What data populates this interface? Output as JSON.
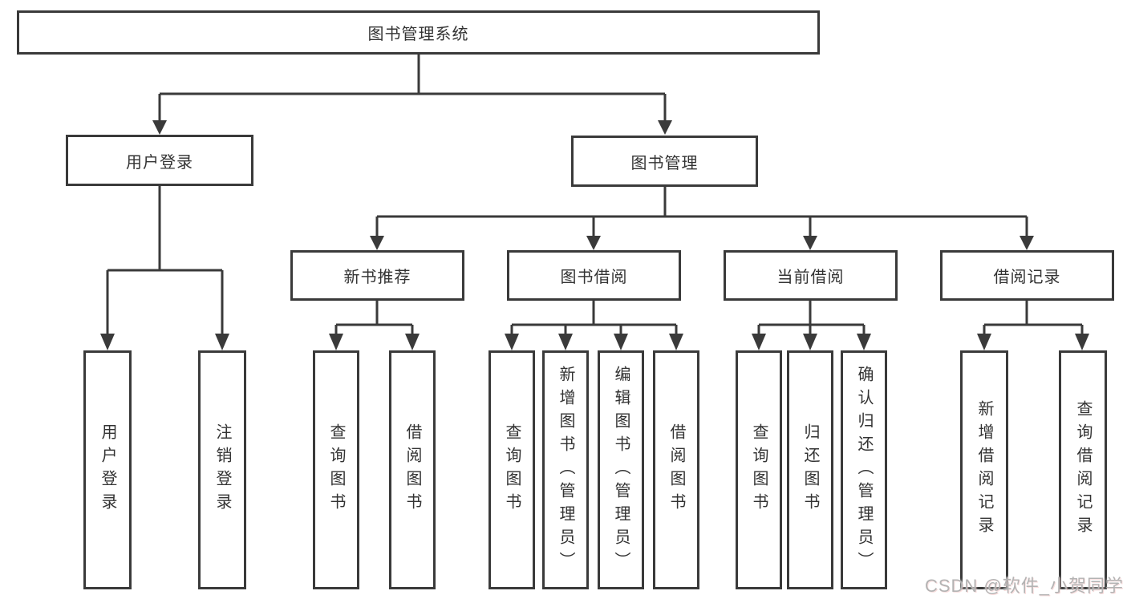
{
  "diagram_title": "图书管理系统",
  "colors": {
    "line": "#3a3a3a",
    "box_border": "#3a3a3a",
    "text": "#333333",
    "background": "#ffffff",
    "watermark": "#b3b3b3"
  },
  "tree": {
    "root": {
      "label": "图书管理系统",
      "children": [
        {
          "label": "用户登录",
          "children": [
            {
              "label": "用户登录"
            },
            {
              "label": "注销登录"
            }
          ]
        },
        {
          "label": "图书管理",
          "children": [
            {
              "label": "新书推荐",
              "children": [
                {
                  "label": "查询图书"
                },
                {
                  "label": "借阅图书"
                }
              ]
            },
            {
              "label": "图书借阅",
              "children": [
                {
                  "label": "查询图书"
                },
                {
                  "label": "新增图书（管理员）"
                },
                {
                  "label": "编辑图书（管理员）"
                },
                {
                  "label": "借阅图书"
                }
              ]
            },
            {
              "label": "当前借阅",
              "children": [
                {
                  "label": "查询图书"
                },
                {
                  "label": "归还图书"
                },
                {
                  "label": "确认归还（管理员）"
                }
              ]
            },
            {
              "label": "借阅记录",
              "children": [
                {
                  "label": "新增借阅记录"
                },
                {
                  "label": "查询借阅记录"
                }
              ]
            }
          ]
        }
      ]
    }
  },
  "watermark": {
    "text": "CSDN @软件_小贺同学"
  }
}
